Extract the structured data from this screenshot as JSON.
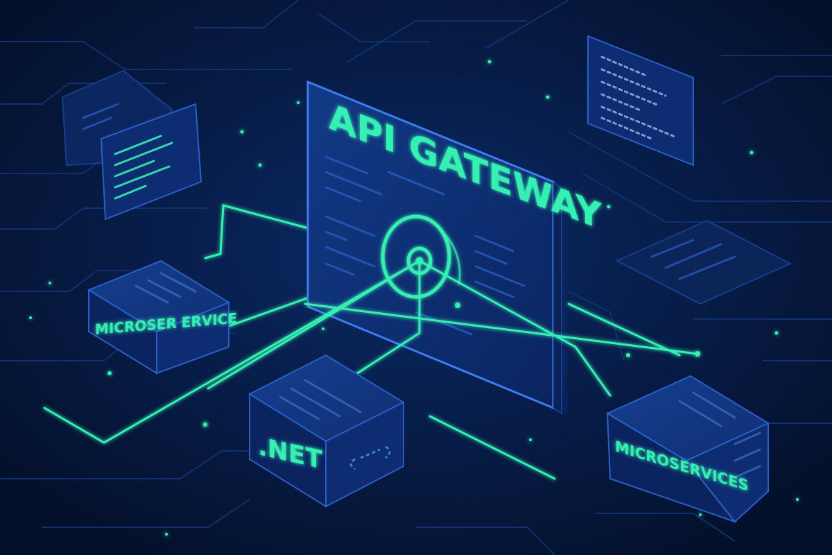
{
  "gateway": {
    "title": "API GATEWAY"
  },
  "services": [
    {
      "label": "MICROSER  ERVICE"
    },
    {
      "label": ".NET"
    },
    {
      "label": "MICROSERVICES"
    }
  ],
  "colors": {
    "background": "#05163a",
    "panel": "#0e2c72",
    "panel_edge": "#2a5fc7",
    "accent": "#34f0b2",
    "circuit": "#10306f"
  }
}
